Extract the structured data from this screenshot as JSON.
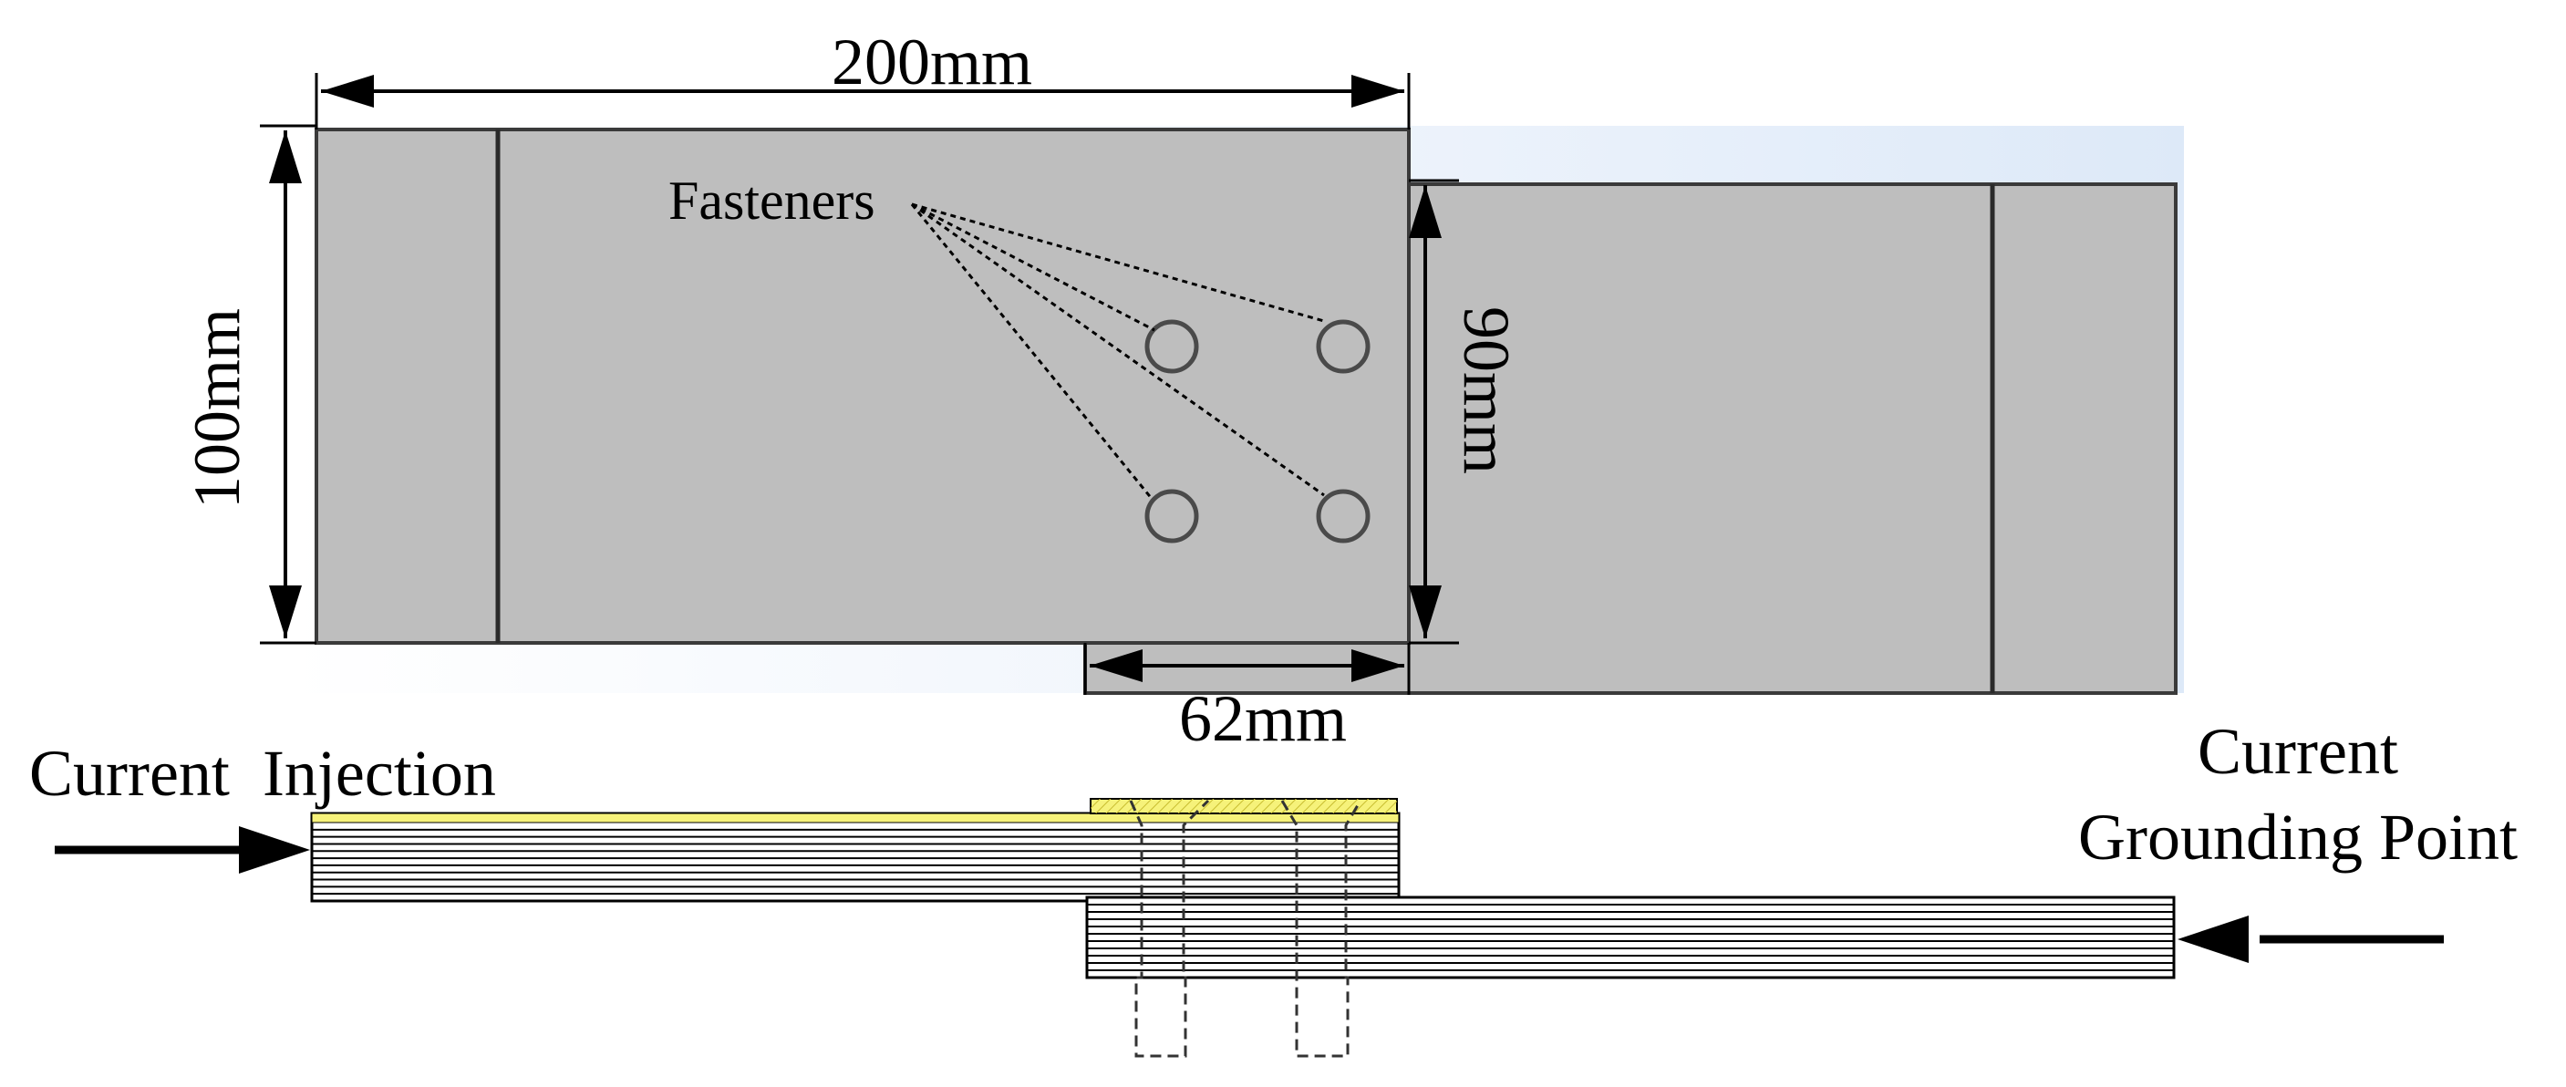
{
  "labels": {
    "width_top": "200mm",
    "height_left": "100mm",
    "height_right": "90mm",
    "overlap": "62mm",
    "fasteners": "Fasteners",
    "injection": "Current  Injection",
    "grounding_line1": "Current",
    "grounding_line2": "Grounding Point"
  },
  "colors": {
    "plate_fill": "#bebebe",
    "plate_edge": "#3a3a3a",
    "highlight_bg": "#e6f0fb",
    "bolt_head": "#f6f27a",
    "line": "#000000"
  },
  "fastener_count": 4,
  "laminate_layers": 10
}
